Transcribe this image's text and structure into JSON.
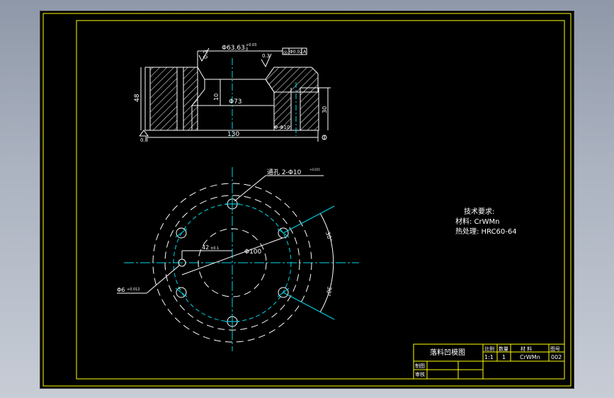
{
  "dims": {
    "top_dia": "Φ63.63",
    "top_dia_tol": "+0.03",
    "top_dia_tol2": "0",
    "chamfer": "0.3",
    "gdt_symbol": "◎",
    "gdt_value": "Φ0.02",
    "gdt_ref": "A",
    "height": "48",
    "depth": "10",
    "inner_dia": "Φ73",
    "pocket_height": "30",
    "hole_dia": "Φ-Φ10",
    "width": "130",
    "roughness_small": "0.8",
    "roughness_left": "0.8"
  },
  "plan": {
    "hole_note": "通孔 2-Φ10",
    "hole_note_tol": "+0.015",
    "angle1": "30°",
    "angle2": "30°",
    "offset": "42",
    "offset_tol": "±0.1",
    "circle_dia": "Φ100",
    "pin_dia": "Φ6",
    "pin_tol": "+0.012"
  },
  "tech": {
    "heading": "技术要求:",
    "material": "材料: CrWMn",
    "heat": "热处理: HRC60-64"
  },
  "title_block": {
    "drawing_name": "落料凹模图",
    "h_scale": "比例",
    "h_qty": "数量",
    "h_material": "材 料",
    "h_no": "图号",
    "scale": "1:1",
    "qty": "1",
    "material": "CrWMn",
    "no": "002",
    "draw": "制图",
    "check": "审核"
  },
  "colors": {
    "frame": "#ffff00",
    "lines": "#ffffff",
    "centerlines": "#00d8e8",
    "background": "#000000"
  }
}
